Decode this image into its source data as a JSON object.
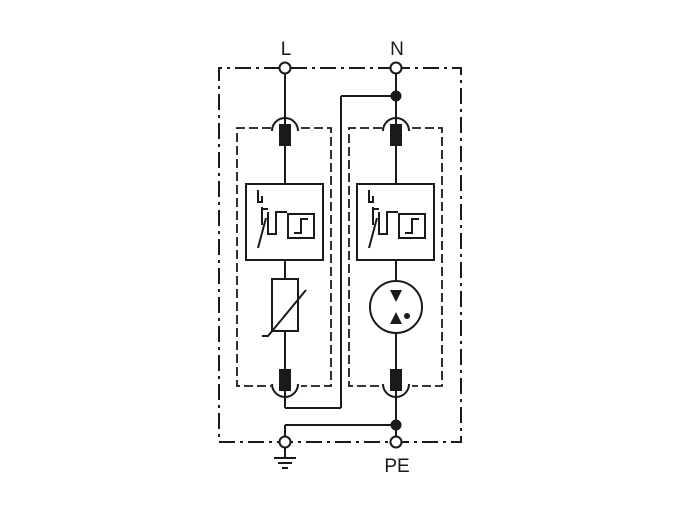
{
  "diagram": {
    "terminals": {
      "line": "L",
      "neutral": "N",
      "protective_earth": "PE"
    }
  }
}
